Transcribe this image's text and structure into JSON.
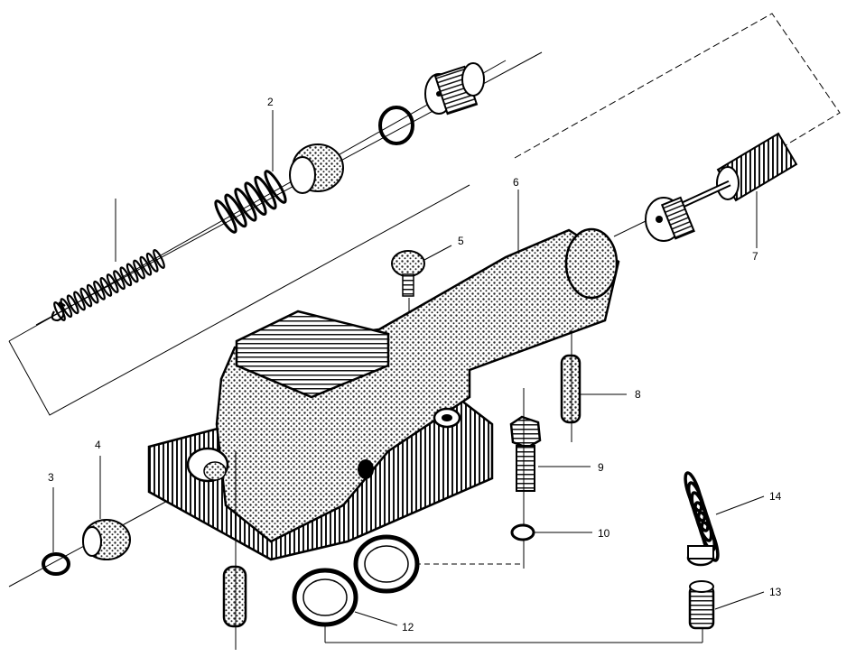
{
  "diagram": {
    "callouts": {
      "c2": "2",
      "c3": "3",
      "c4": "4",
      "c5": "5",
      "c6": "6",
      "c7": "7",
      "c8": "8",
      "c9": "9",
      "c10": "10",
      "c12": "12",
      "c13": "13",
      "c14": "14"
    },
    "colors": {
      "ink": "#000000",
      "paper": "#ffffff",
      "stipple": "#3a3a3a"
    }
  }
}
